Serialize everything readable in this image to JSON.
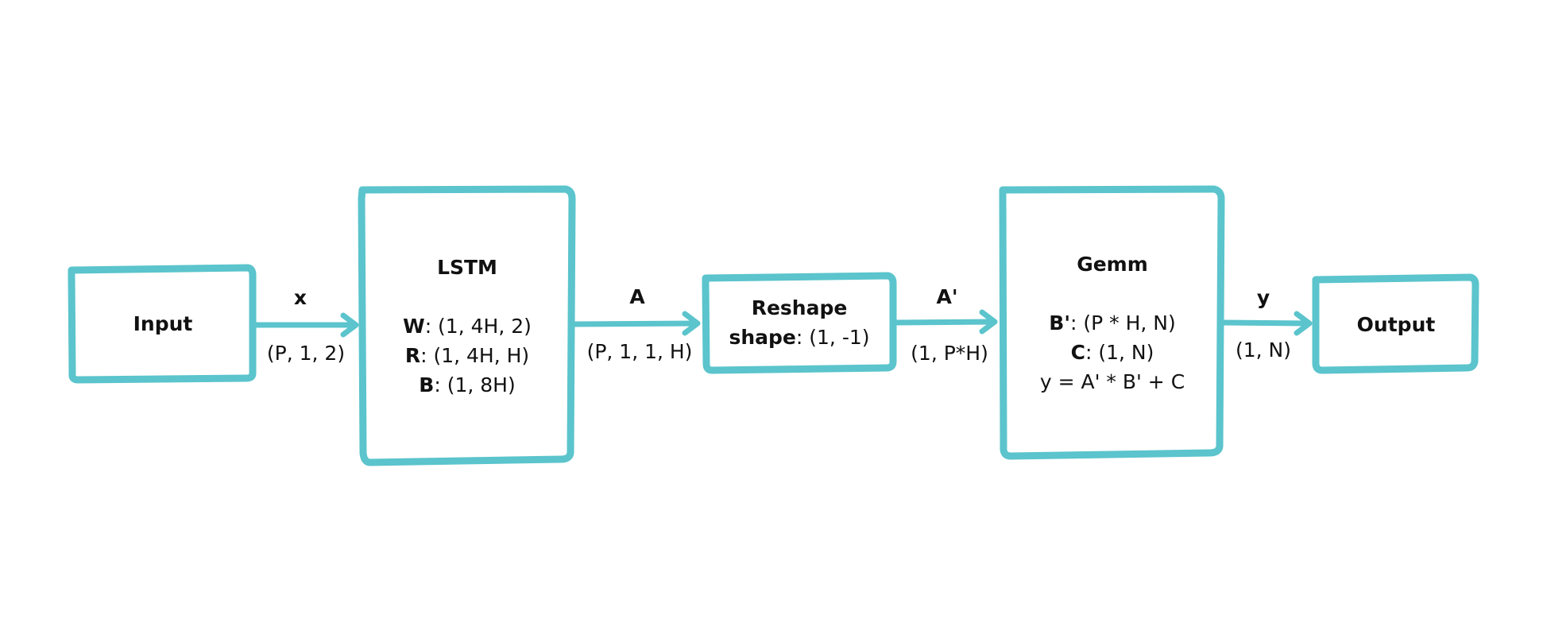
{
  "colors": {
    "stroke": "#5bc4cc",
    "text": "#111111",
    "background": "#ffffff"
  },
  "nodes": {
    "input": {
      "title": "Input"
    },
    "lstm": {
      "title": "LSTM",
      "w_key": "W",
      "w_val": ": (1, 4H, 2)",
      "r_key": "R",
      "r_val": ": (1, 4H, H)",
      "b_key": "B",
      "b_val": ": (1, 8H)"
    },
    "reshape": {
      "title": "Reshape",
      "shape_key": "shape",
      "shape_val": ": (1, -1)"
    },
    "gemm": {
      "title": "Gemm",
      "b_key": "B'",
      "b_val": ": (P * H, N)",
      "c_key": "C",
      "c_val": ": (1, N)",
      "formula": "y = A' * B' + C"
    },
    "output": {
      "title": "Output"
    }
  },
  "edges": [
    {
      "name": "x",
      "shape": "(P, 1, 2)"
    },
    {
      "name": "A",
      "shape": "(P, 1, 1, H)"
    },
    {
      "name": "A'",
      "shape": "(1, P*H)"
    },
    {
      "name": "y",
      "shape": "(1, N)"
    }
  ]
}
